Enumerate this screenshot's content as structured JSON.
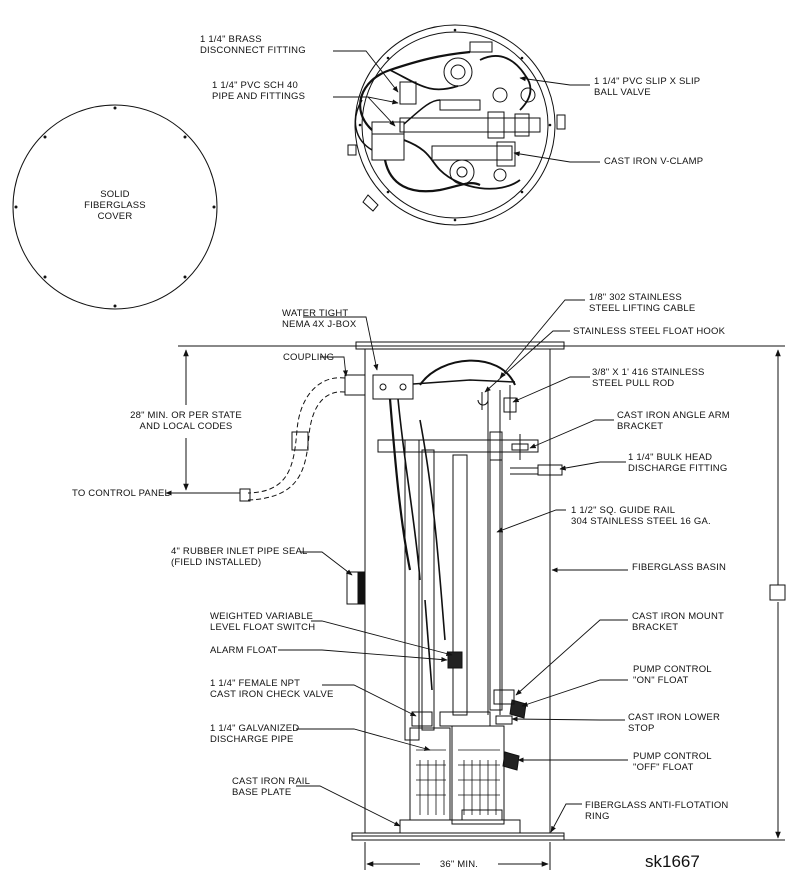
{
  "drawing_id": "sk1667",
  "cover_label": [
    "SOLID",
    "FIBERGLASS",
    "COVER"
  ],
  "top_view_labels": {
    "disconnect": [
      "1 1/4\" BRASS",
      "DISCONNECT FITTING"
    ],
    "pvc_pipe": [
      "1 1/4\" PVC SCH 40",
      "PIPE AND FITTINGS"
    ],
    "ball_valve": [
      "1 1/4\" PVC SLIP X SLIP",
      "BALL VALVE"
    ],
    "v_clamp": [
      "CAST IRON V-CLAMP"
    ]
  },
  "left_labels": {
    "jbox": [
      "WATER TIGHT",
      "NEMA 4X J-BOX"
    ],
    "coupling": [
      "COUPLING"
    ],
    "depth": [
      "28\" MIN. OR PER STATE",
      "AND LOCAL CODES"
    ],
    "control_panel": [
      "TO CONTROL PANEL"
    ],
    "inlet_seal": [
      "4\" RUBBER INLET PIPE SEAL",
      "(FIELD INSTALLED)"
    ],
    "float_switch": [
      "WEIGHTED VARIABLE",
      "LEVEL FLOAT SWITCH"
    ],
    "alarm_float": [
      "ALARM FLOAT"
    ],
    "check_valve": [
      "1 1/4\" FEMALE NPT",
      "CAST IRON CHECK VALVE"
    ],
    "galv_pipe": [
      "1 1/4\" GALVANIZED",
      "DISCHARGE PIPE"
    ],
    "base_plate": [
      "CAST IRON RAIL",
      "BASE PLATE"
    ]
  },
  "right_labels": {
    "lifting_cable": [
      "1/8\" 302 STAINLESS",
      "STEEL LIFTING CABLE"
    ],
    "float_hook": [
      "STAINLESS STEEL FLOAT HOOK"
    ],
    "pull_rod": [
      "3/8\" X 1' 416 STAINLESS",
      "STEEL PULL ROD"
    ],
    "angle_arm": [
      "CAST IRON ANGLE ARM",
      "BRACKET"
    ],
    "bulkhead": [
      "1 1/4\" BULK HEAD",
      "DISCHARGE FITTING"
    ],
    "guide_rail": [
      "1 1/2\" SQ. GUIDE RAIL",
      "304 STAINLESS STEEL 16 GA."
    ],
    "basin": [
      "FIBERGLASS BASIN"
    ],
    "mount_bracket": [
      "CAST IRON MOUNT",
      "BRACKET"
    ],
    "on_float": [
      "PUMP CONTROL",
      "\"ON\" FLOAT"
    ],
    "lower_stop": [
      "CAST IRON LOWER",
      "STOP"
    ],
    "off_float": [
      "PUMP CONTROL",
      "\"OFF\" FLOAT"
    ],
    "anti_flotation": [
      "FIBERGLASS ANTI-FLOTATION",
      "RING"
    ]
  },
  "bottom_dim": "36\" MIN."
}
